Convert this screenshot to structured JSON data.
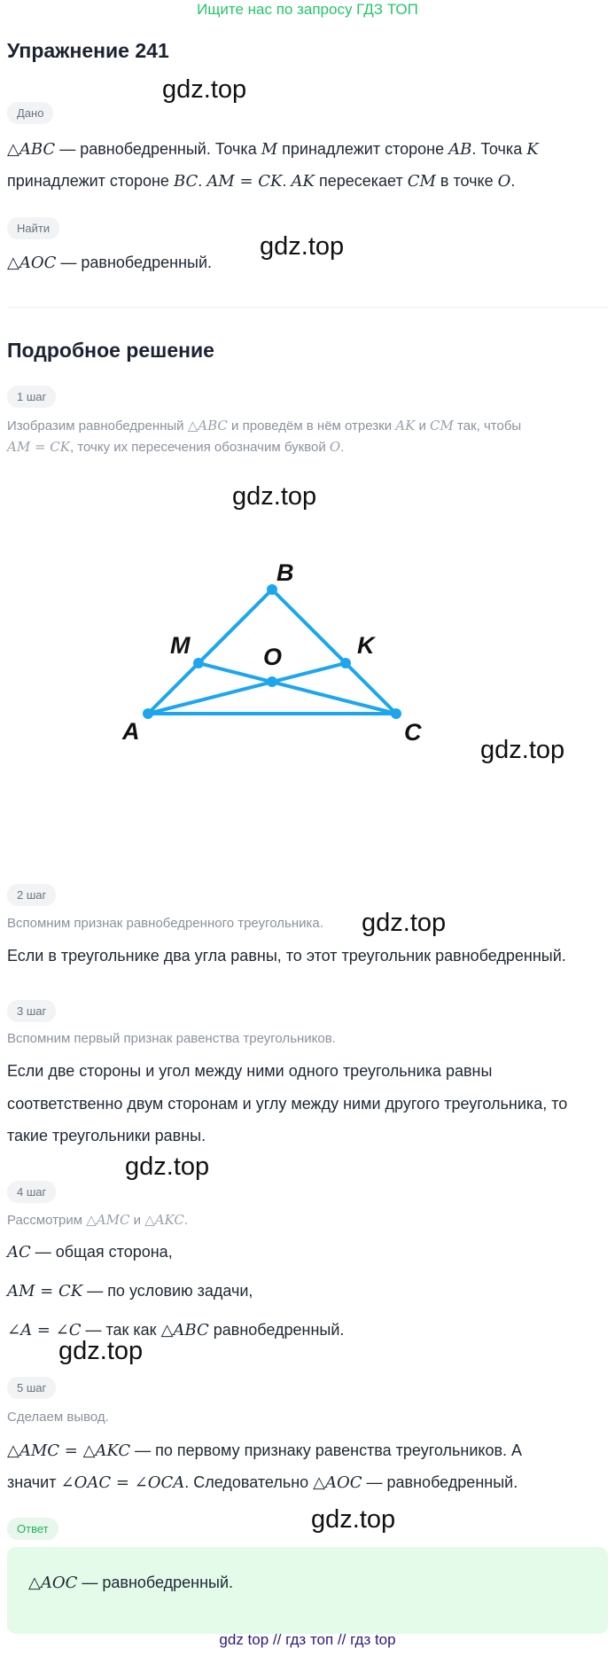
{
  "banner": "Ищите нас по запросу ГДЗ ТОП",
  "title": "Упражнение 241",
  "watermark": "gdz.top",
  "given": {
    "tag": "Дано",
    "line1": {
      "t1": "△ABC",
      "t2": " — равнобедренный. Точка ",
      "t3": "M",
      "t4": " принадлежит стороне ",
      "t5": "AB",
      "t6": ". Точка ",
      "t7": "K"
    },
    "line2": {
      "t1": "принадлежит стороне ",
      "t2": "BC",
      "t3": ". ",
      "t4": "AM = CK",
      "t5": ". ",
      "t6": "AK",
      "t7": " пересекает ",
      "t8": "CM",
      "t9": " в точке ",
      "t10": "O",
      "t11": "."
    }
  },
  "find": {
    "tag": "Найти",
    "m": "△AOC",
    "t": " — равнобедренный."
  },
  "solution_title": "Подробное решение",
  "step1": {
    "tag": "1 шаг",
    "l1": {
      "t1": "Изобразим равнобедренный ",
      "t2": "△ABC",
      "t3": " и проведём в нём отрезки ",
      "t4": "AK",
      "t5": " и ",
      "t6": "CM",
      "t7": " так, чтобы"
    },
    "l2": {
      "t1": "AM = CK",
      "t2": ", точку их пересечения обозначим буквой ",
      "t3": "O",
      "t4": "."
    }
  },
  "figure": {
    "labels": {
      "A": "A",
      "B": "B",
      "C": "C",
      "M": "M",
      "K": "K",
      "O": "O"
    },
    "color": "#1ea6ec"
  },
  "step2": {
    "tag": "2 шаг",
    "intro": "Вспомним признак равнобедренного треугольника.",
    "text": "Если в треугольнике два угла равны, то этот треугольник равнобедренный."
  },
  "step3": {
    "tag": "3 шаг",
    "intro": "Вспомним первый признак равенства треугольников.",
    "l1": "Если две стороны и угол между ними одного треугольника равны",
    "l2": "соответственно двум сторонам и углу между ними другого треугольника, то",
    "l3": "такие треугольники равны."
  },
  "step4": {
    "tag": "4 шаг",
    "intro": {
      "t1": "Рассмотрим ",
      "t2": "△AMC",
      "t3": " и ",
      "t4": "△AKC",
      "t5": "."
    },
    "l1": {
      "m": "AC",
      "t": " — общая сторона,"
    },
    "l2": {
      "m": "AM = CK",
      "t": " — по условию задачи,"
    },
    "l3": {
      "m1": "∠A = ∠C",
      "t1": " — так как ",
      "m2": "△ABC",
      "t2": " равнобедренный."
    }
  },
  "step5": {
    "tag": "5 шаг",
    "intro": "Сделаем вывод.",
    "l1": {
      "m": "△AMC = △AKC",
      "t": " — по первому признаку равенства треугольников. А"
    },
    "l2": {
      "t1": "значит ",
      "m1": "∠OAC = ∠OCA",
      "t2": ". Следовательно ",
      "m2": "△AOC",
      "t3": " — равнобедренный."
    }
  },
  "answer": {
    "tag": "Ответ",
    "m": "△AOC",
    "t": " — равнобедренный."
  },
  "footer": "gdz top  //  гдз топ  //  гдз top"
}
